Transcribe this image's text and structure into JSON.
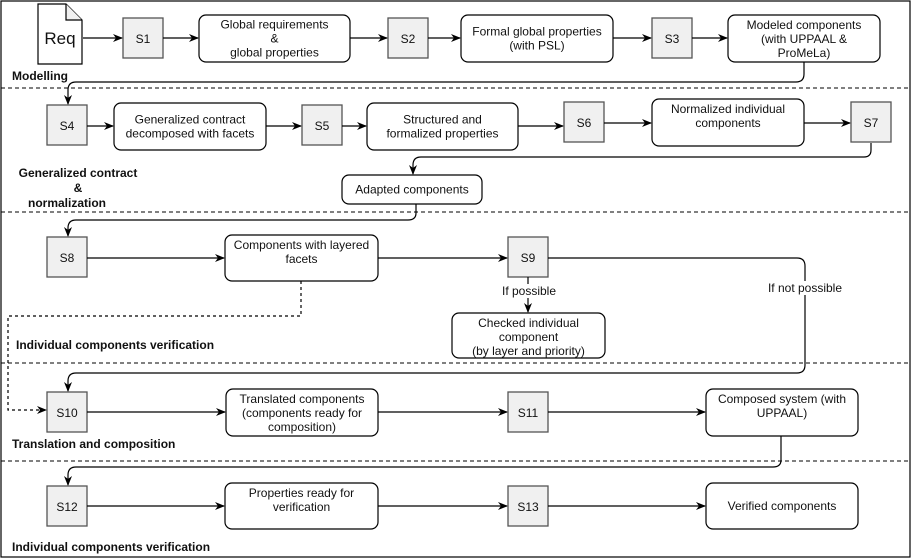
{
  "document": {
    "label": "Req"
  },
  "steps": [
    "S1",
    "S2",
    "S3",
    "S4",
    "S5",
    "S6",
    "S7",
    "S8",
    "S9",
    "S10",
    "S11",
    "S12",
    "S13"
  ],
  "boxes": {
    "global_req": [
      "Global requirements",
      "&",
      "global properties"
    ],
    "formal_global": [
      "Formal global properties",
      "(with PSL)"
    ],
    "modeled": [
      "Modeled components",
      "(with UPPAAL &",
      "ProMeLa)"
    ],
    "generalized": [
      "Generalized contract",
      "decomposed with facets"
    ],
    "structured": [
      "Structured and",
      "formalized properties"
    ],
    "normalized": [
      "Normalized individual",
      "components"
    ],
    "adapted": [
      "Adapted components"
    ],
    "layered": [
      "Components with layered",
      "facets"
    ],
    "checked": [
      "Checked individual",
      "component",
      "(by layer and priority)"
    ],
    "translated": [
      "Translated components",
      "(components ready for",
      "composition)"
    ],
    "composed": [
      "Composed system (with",
      "UPPAAL)"
    ],
    "properties_ready": [
      "Properties ready for",
      "verification"
    ],
    "verified": [
      "Verified components"
    ]
  },
  "edge_labels": {
    "if_possible": "If possible",
    "if_not_possible": "If not possible"
  },
  "phases": {
    "modelling": "Modelling",
    "generalized": [
      "Generalized contract",
      "&",
      "normalization"
    ],
    "individual1": "Individual components verification",
    "translation": "Translation and composition",
    "individual2": "Individual components verification"
  }
}
